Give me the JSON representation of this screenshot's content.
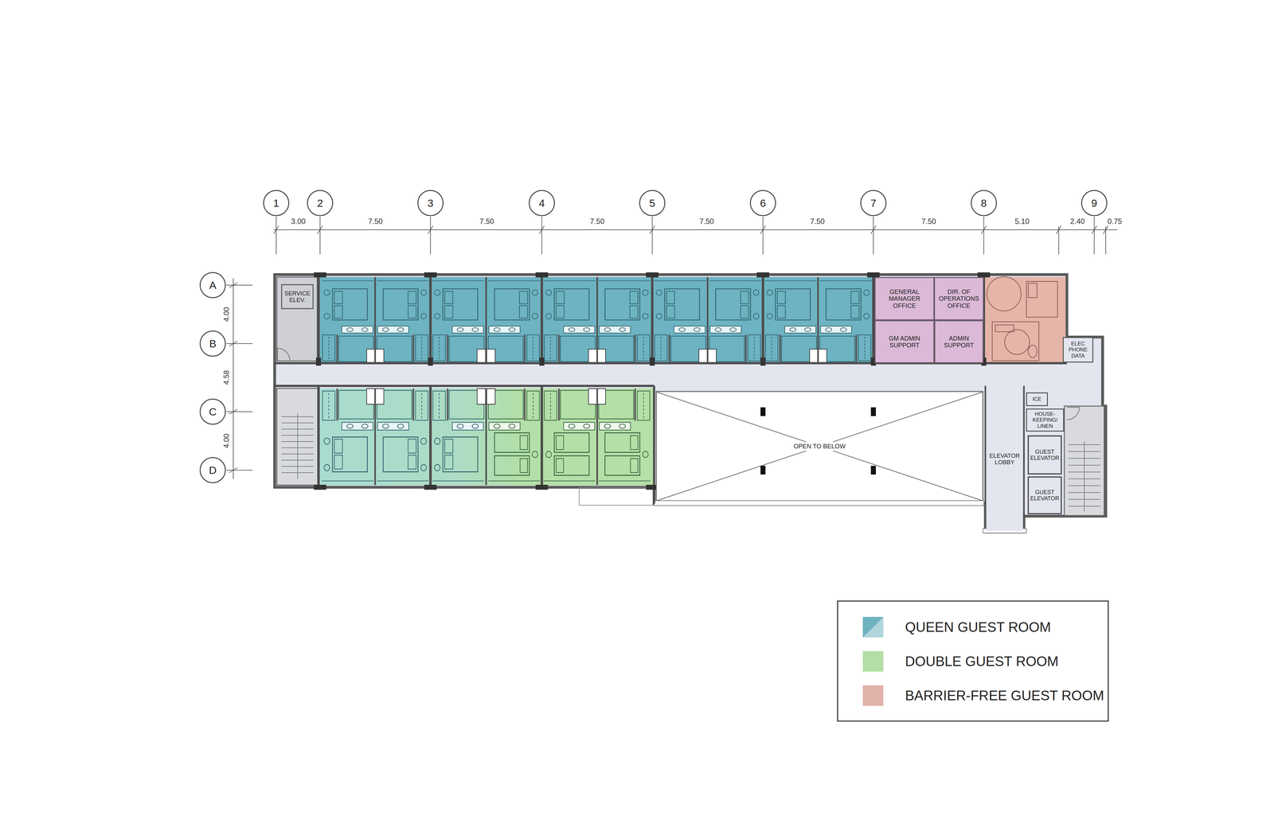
{
  "diagram": {
    "nodes": [
      {
        "text": [
          "1"
        ]
      },
      {
        "text": [
          "2"
        ]
      },
      {
        "text": [
          "3"
        ]
      },
      {
        "text": [
          "4"
        ]
      },
      {
        "text": [
          "5"
        ]
      },
      {
        "text": [
          "6"
        ]
      },
      {
        "text": [
          "7"
        ]
      },
      {
        "text": [
          "8"
        ]
      },
      {
        "text": [
          "9"
        ]
      },
      {
        "text": [
          "A"
        ]
      },
      {
        "text": [
          "B"
        ]
      },
      {
        "text": [
          "C"
        ]
      },
      {
        "text": [
          "D"
        ]
      },
      {
        "text": [
          "SERVICE ELEV."
        ]
      },
      {
        "text": [
          "GENERAL MANAGER OFFICE"
        ]
      },
      {
        "text": [
          "DIR. OF OPERATIONS OFFICE"
        ]
      },
      {
        "text": [
          "GM ADMIN SUPPORT"
        ]
      },
      {
        "text": [
          "ADMIN SUPPORT"
        ]
      },
      {
        "text": [
          "ELEC PHONE DATA"
        ]
      },
      {
        "text": [
          "OPEN TO BELOW"
        ]
      },
      {
        "text": [
          "ICE"
        ]
      },
      {
        "text": [
          "HOUSE- KEEPING/ LINEN"
        ]
      },
      {
        "text": [
          "ELEVATOR LOBBY"
        ]
      },
      {
        "text": [
          "GUEST ELEVATOR"
        ]
      },
      {
        "text": [
          "GUEST ELEVATOR"
        ]
      }
    ],
    "labels": [
      "3.00",
      "7.50",
      "7.50",
      "7.50",
      "7.50",
      "7.50",
      "7.50",
      "5.10",
      "2.40",
      "0.75",
      "4.00",
      "4.58",
      "4.00"
    ],
    "legend": [
      {
        "text": "QUEEN GUEST ROOM",
        "color": "#6fb3c0"
      },
      {
        "text": "DOUBLE GUEST ROOM",
        "color": "#b3dea5"
      },
      {
        "text": "BARRIER-FREE GUEST ROOM",
        "color": "#dfb2aa"
      }
    ]
  }
}
